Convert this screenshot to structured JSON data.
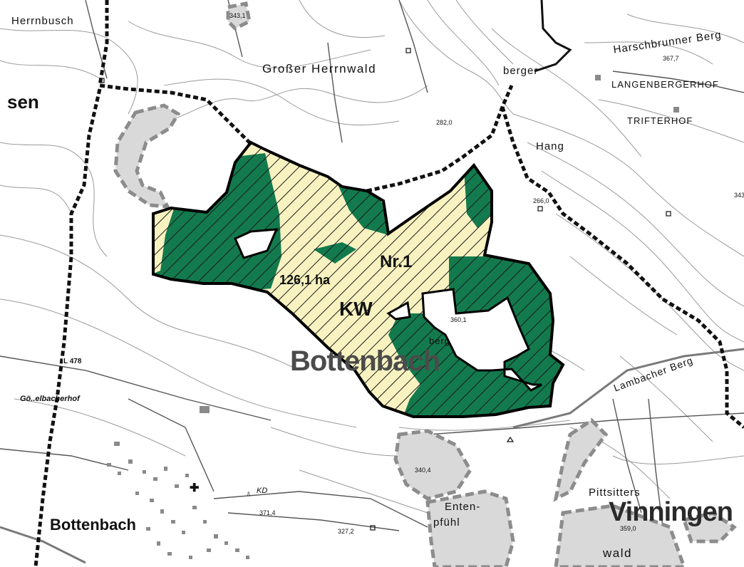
{
  "map": {
    "colors": {
      "forest": "#137a4e",
      "meadow": "#f7f2c0",
      "hatch": "#1a1a1a",
      "protected_area": "#d9d9d9",
      "protected_border": "#8c8c8c",
      "boundary": "#111111",
      "contour": "#9a9a9a"
    },
    "area": {
      "number_label": "Nr.1",
      "size_label": "126,1 ha",
      "type_label": "KW",
      "region_label": "Bottenbach"
    },
    "places": {
      "herrnbusch": "Herrnbusch",
      "grosser_herrnwald": "Großer Herrnwald",
      "berger": "berger",
      "harschbrunner_berg": "Harschbrunner Berg",
      "langenbergerhof": "LANGENBERGERHOF",
      "trifterhof": "TRIFTERHOF",
      "hang": "Hang",
      "sen": "sen",
      "goersbacherhof": "Gö..elbacherhof",
      "lambacher_berg": "Lambacher Berg",
      "berg_fragment": "berg",
      "pittsitters": "Pittsitters",
      "vinningen": "Vinningen",
      "entenpfuhl_1": "Enten-",
      "entenpfuhl_2": "pfühl",
      "wald": "wald",
      "bottenbach_village": "Bottenbach",
      "kd": "KD"
    },
    "road": "L 478",
    "elevations": {
      "e343_1_top": "343,1",
      "e367_7": "367,7",
      "e282_0": "282,0",
      "e343_right": "343",
      "e266": "266,0",
      "e360_1": "360,1",
      "e340_4": "340,4",
      "e371_4": "371,4",
      "e327_2": "327,2",
      "e359": "359,0"
    },
    "icons": {
      "church": "cross-icon",
      "chapel": "chapel-icon",
      "monument": "star-icon"
    }
  }
}
